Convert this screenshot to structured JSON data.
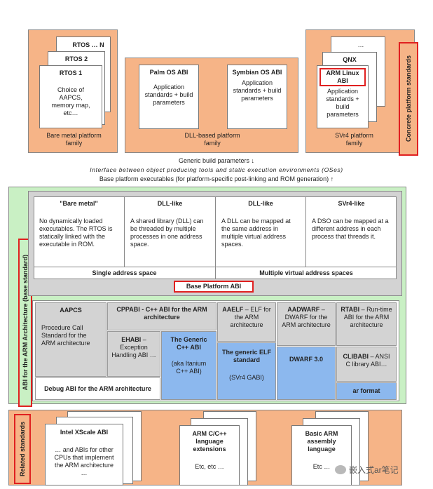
{
  "top": {
    "bare": {
      "rtos_n": "RTOS … N",
      "rtos2": "RTOS 2",
      "rtos1": "RTOS 1",
      "rtos1_desc": "Choice of AAPCS, memory map, etc…",
      "family": "Bare metal platform family"
    },
    "dll": {
      "palm_title": "Palm OS ABI",
      "palm_desc": "Application standards + build parameters",
      "symbian_title": "Symbian OS ABI",
      "symbian_desc": "Application standards + build parameters",
      "family": "DLL-based platform family"
    },
    "svr4": {
      "dots": "…",
      "qnx": "QNX",
      "arm_linux": "ARM Linux ABI",
      "desc": "Application standards + build parameters",
      "family": "SVr4 platform family"
    },
    "concrete_label": "Concrete platform standards"
  },
  "middle": {
    "line1": "Generic build parameters ↓",
    "line2": "Interface between object producing tools and static execution environments (OSes)",
    "line3": "Base platform executables (for platform-specific post-linking and ROM generation) ↑"
  },
  "base": {
    "side_label": "ABI for the ARM Architecture (base standard)",
    "cols": [
      {
        "title": "\"Bare metal\"",
        "desc": "No dynamically loaded executables. The RTOS is statically linked with the executable in ROM."
      },
      {
        "title": "DLL-like",
        "desc": "A shared library (DLL) can be threaded by multiple processes in one address space."
      },
      {
        "title": "DLL-like",
        "desc": "A DLL can be mapped at the same address in multiple virtual address spaces."
      },
      {
        "title": "SVr4-like",
        "desc": "A DSO can be mapped at a different address in each process that threads it."
      }
    ],
    "single_space": "Single address space",
    "multi_space": "Multiple virtual address spaces",
    "base_platform": "Base Platform ABI",
    "aapcs_title": "AAPCS",
    "aapcs_desc": "Procedure Call Standard for the ARM architecture",
    "cppabi": "CPPABI - C++ ABI for the ARM architecture",
    "ehabi_title": "EHABI",
    "ehabi_desc": "– Exception Handling ABI …",
    "generic_cpp_title": "The Generic C++ ABI",
    "generic_cpp_desc": "(aka Itanium C++ ABI)",
    "debug": "Debug ABI for the ARM architecture",
    "aaelf_title": "AAELF",
    "aaelf_desc": "– ELF for the ARM architecture",
    "generic_elf_title": "The generic ELF standard",
    "generic_elf_desc": "(SVr4 GABI)",
    "aadwarf_title": "AADWARF",
    "aadwarf_desc": "– DWARF for the ARM architecture",
    "dwarf3": "DWARF 3.0",
    "rtabi_title": "RTABI",
    "rtabi_desc": "– Run-time ABI for the ARM architecture",
    "clibabi_title": "CLIBABI",
    "clibabi_desc": "– ANSI C library ABI…",
    "ar_format": "ar format"
  },
  "related": {
    "side_label": "Related standards",
    "xscale_title": "Intel XScale ABI",
    "xscale_desc": "… and ABIs for other CPUs that implement the ARM architecture …",
    "cpp_title": "ARM C/C++ language extensions",
    "cpp_desc": "Etc, etc …",
    "asm_title": "Basic ARM assembly language",
    "asm_desc": "Etc …"
  },
  "watermark": "嵌入式ar笔记"
}
